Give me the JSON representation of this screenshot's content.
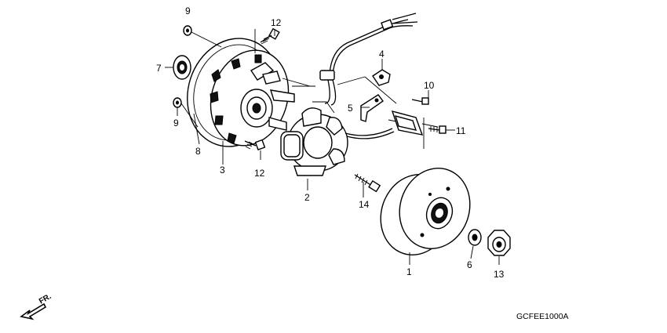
{
  "callouts": [
    {
      "id": "c1",
      "number": "1"
    },
    {
      "id": "c2",
      "number": "2"
    },
    {
      "id": "c3",
      "number": "3"
    },
    {
      "id": "c4",
      "number": "4"
    },
    {
      "id": "c5",
      "number": "5"
    },
    {
      "id": "c6",
      "number": "6"
    },
    {
      "id": "c7",
      "number": "7"
    },
    {
      "id": "c8",
      "number": "8"
    },
    {
      "id": "c9a",
      "number": "9"
    },
    {
      "id": "c9b",
      "number": "9"
    },
    {
      "id": "c10",
      "number": "10"
    },
    {
      "id": "c11",
      "number": "11"
    },
    {
      "id": "c12a",
      "number": "12"
    },
    {
      "id": "c12b",
      "number": "12"
    },
    {
      "id": "c13",
      "number": "13"
    },
    {
      "id": "c14",
      "number": "14"
    }
  ],
  "diagram_code": "GCFEE1000A",
  "front_indicator": "FR."
}
